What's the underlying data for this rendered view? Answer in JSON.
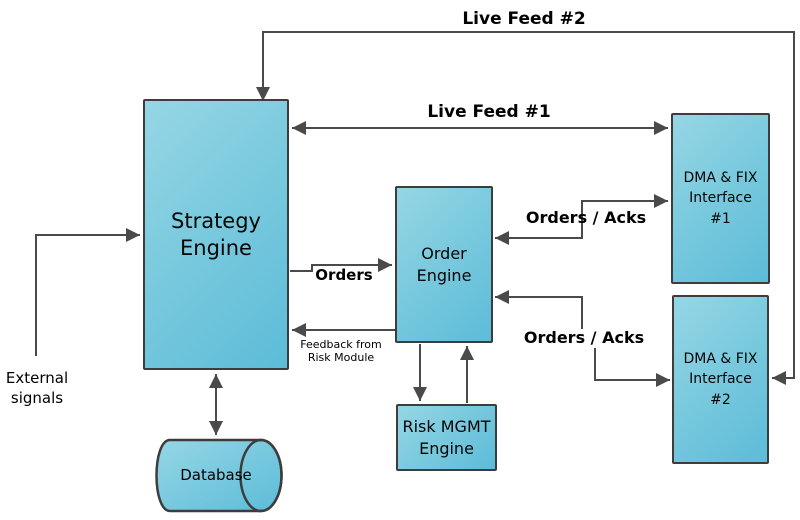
{
  "diagram": {
    "type": "system-architecture-flowchart",
    "background": "#ffffff"
  },
  "nodes": {
    "strategy_engine": {
      "label": "Strategy\nEngine",
      "shape": "rectangle"
    },
    "order_engine": {
      "label": "Order\nEngine",
      "shape": "rectangle"
    },
    "risk_mgmt_engine": {
      "label": "Risk MGMT\nEngine",
      "shape": "rectangle"
    },
    "dma_fix_interface_1": {
      "label": "DMA & FIX\nInterface\n#1",
      "shape": "rectangle"
    },
    "dma_fix_interface_2": {
      "label": "DMA & FIX\nInterface\n#2",
      "shape": "rectangle"
    },
    "database": {
      "label": "Database",
      "shape": "horizontal-cylinder"
    }
  },
  "annotations": {
    "external_signals": {
      "label": "External\nsignals"
    }
  },
  "edges": {
    "live_feed_2": {
      "label": "Live Feed #2",
      "between": [
        "dma_fix_interface_2",
        "strategy_engine"
      ],
      "bidirectional": true
    },
    "live_feed_1": {
      "label": "Live Feed #1",
      "between": [
        "strategy_engine",
        "dma_fix_interface_1"
      ],
      "bidirectional": true
    },
    "orders": {
      "label": "Orders",
      "from": "strategy_engine",
      "to": "order_engine",
      "bidirectional": false
    },
    "feedback": {
      "label": "Feedback from\nRisk Module",
      "from": "order_engine",
      "to": "strategy_engine",
      "bidirectional": false
    },
    "orders_acks_1": {
      "label": "Orders / Acks",
      "between": [
        "order_engine",
        "dma_fix_interface_1"
      ],
      "bidirectional": true
    },
    "orders_acks_2": {
      "label": "Orders / Acks",
      "between": [
        "order_engine",
        "dma_fix_interface_2"
      ],
      "bidirectional": true
    },
    "order_to_risk": {
      "label": "",
      "from": "order_engine",
      "to": "risk_mgmt_engine",
      "bidirectional": false
    },
    "risk_to_order": {
      "label": "",
      "from": "risk_mgmt_engine",
      "to": "order_engine",
      "bidirectional": false
    },
    "strategy_database": {
      "label": "",
      "between": [
        "strategy_engine",
        "database"
      ],
      "bidirectional": true
    },
    "external_input": {
      "label": "",
      "from": "external_signals",
      "to": "strategy_engine",
      "bidirectional": false
    }
  },
  "colors": {
    "node_fill_top": "#96d6e5",
    "node_fill_bottom": "#5cbcd8",
    "node_border": "#3d3d3d",
    "connector": "#4a4a4a",
    "label_text": "#000000",
    "background": "#ffffff"
  }
}
